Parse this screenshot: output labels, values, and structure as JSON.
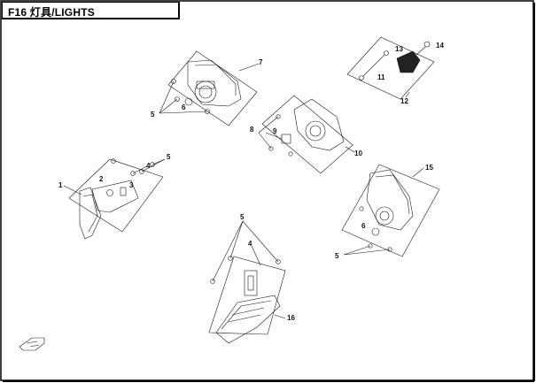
{
  "title": "F16 灯具/LIGHTS",
  "callouts": {
    "c1": "1",
    "c2": "2",
    "c3": "3",
    "c4a": "4",
    "c4b": "4",
    "c5a": "5",
    "c5b": "5",
    "c5c": "5",
    "c5d": "5",
    "c6a": "6",
    "c6b": "6",
    "c7": "7",
    "c8": "8",
    "c9": "9",
    "c10": "10",
    "c11": "11",
    "c12": "12",
    "c13": "13",
    "c14": "14",
    "c15": "15",
    "c16": "16"
  },
  "colors": {
    "line": "#1a1a1a",
    "frame": "#000000",
    "background": "#ffffff"
  }
}
